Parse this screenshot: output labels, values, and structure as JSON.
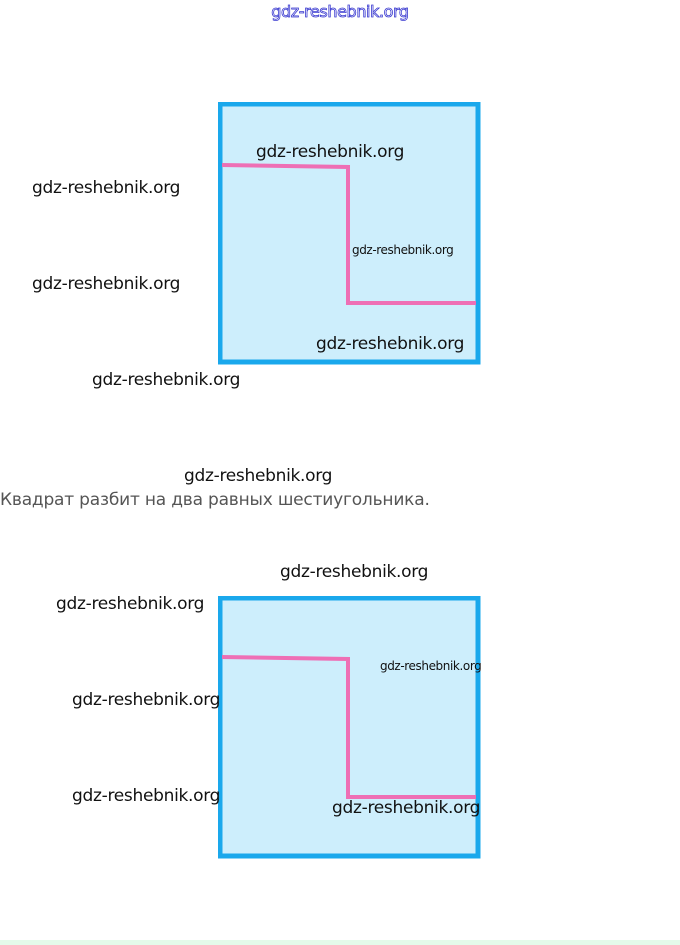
{
  "header": {
    "watermark": "gdz-reshebnik.org"
  },
  "figure1": {
    "watermarks": {
      "inside_top": "gdz-reshebnik.org",
      "inside_middle": "gdz-reshebnik.org",
      "inside_bottom": "gdz-reshebnik.org",
      "left_1": "gdz-reshebnik.org",
      "left_2": "gdz-reshebnik.org",
      "below": "gdz-reshebnik.org"
    }
  },
  "caption": {
    "watermark": "gdz-reshebnik.org",
    "text": "Квадрат разбит на два равных шестиугольника."
  },
  "figure2": {
    "watermarks": {
      "above": "gdz-reshebnik.org",
      "left_1": "gdz-reshebnik.org",
      "left_2": "gdz-reshebnik.org",
      "left_3": "gdz-reshebnik.org",
      "inside_right": "gdz-reshebnik.org",
      "inside_bottom": "gdz-reshebnik.org"
    }
  },
  "colors": {
    "square_border": "#1aa8ec",
    "square_fill": "#cdeefc",
    "cut_line": "#ee6fb5",
    "caption_text": "#555555"
  }
}
